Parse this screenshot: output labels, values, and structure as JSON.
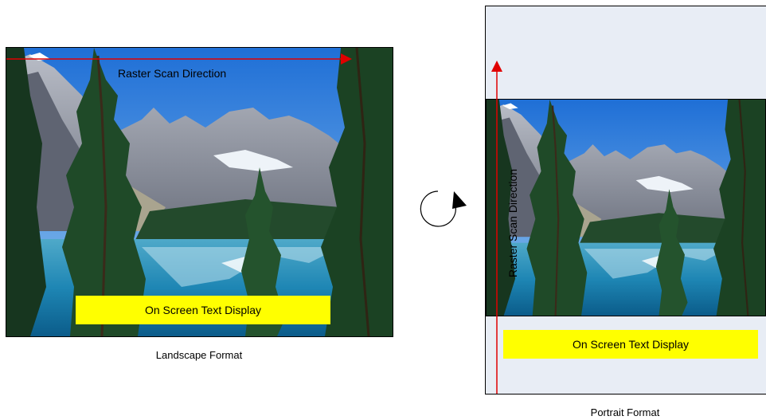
{
  "landscape": {
    "raster_label": "Raster Scan Direction",
    "osd_text": "On Screen Text Display",
    "caption": "Landscape Format"
  },
  "portrait": {
    "raster_label": "Raster Scan Direction",
    "osd_text": "On Screen Text Display",
    "caption": "Portrait Format"
  },
  "colors": {
    "osd_background": "#ffff00",
    "scan_arrow": "#e00000",
    "portrait_panel": "#e8edf5"
  },
  "icons": {
    "rotate": "rotate-clockwise-icon"
  }
}
